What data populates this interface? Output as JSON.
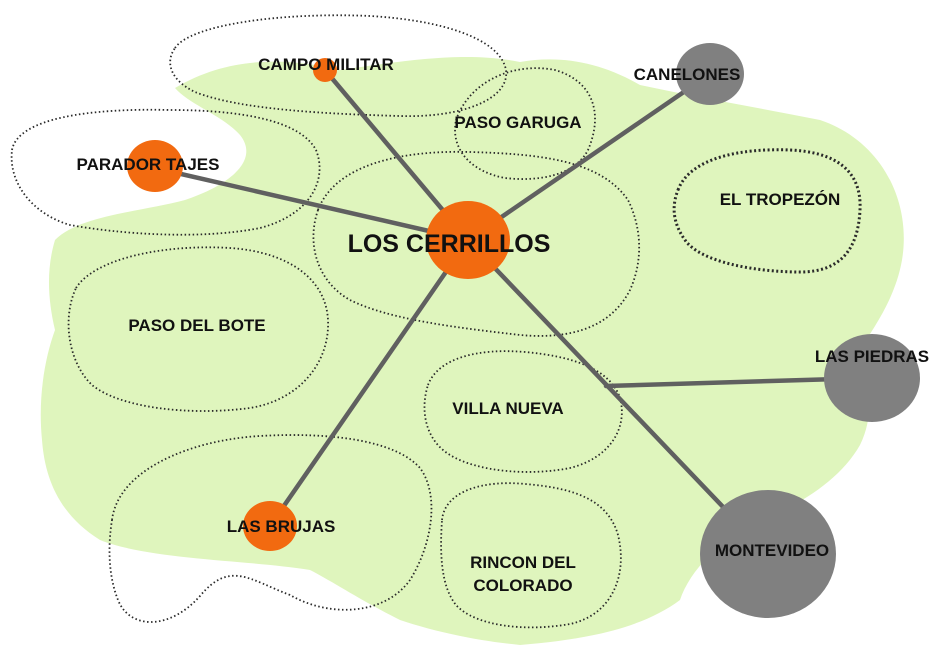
{
  "colors": {
    "region_fill": "#dff5bd",
    "node_local": "#f26a10",
    "node_external": "#808080",
    "link": "#606060"
  },
  "nodes": {
    "center": "LOS CERRILLOS",
    "campo_militar": "CAMPO MILITAR",
    "parador_tajes": "PARADOR TAJES",
    "las_brujas": "LAS BRUJAS",
    "canelones": "CANELONES",
    "las_piedras": "LAS PIEDRAS",
    "montevideo": "MONTEVIDEO"
  },
  "zones": {
    "paso_garuga": "PASO GARUGA",
    "el_tropezon": "EL TROPEZÓN",
    "paso_del_bote": "PASO DEL BOTE",
    "villa_nueva": "VILLA NUEVA",
    "rincon_line1": "RINCON DEL",
    "rincon_line2": "COLORADO"
  }
}
